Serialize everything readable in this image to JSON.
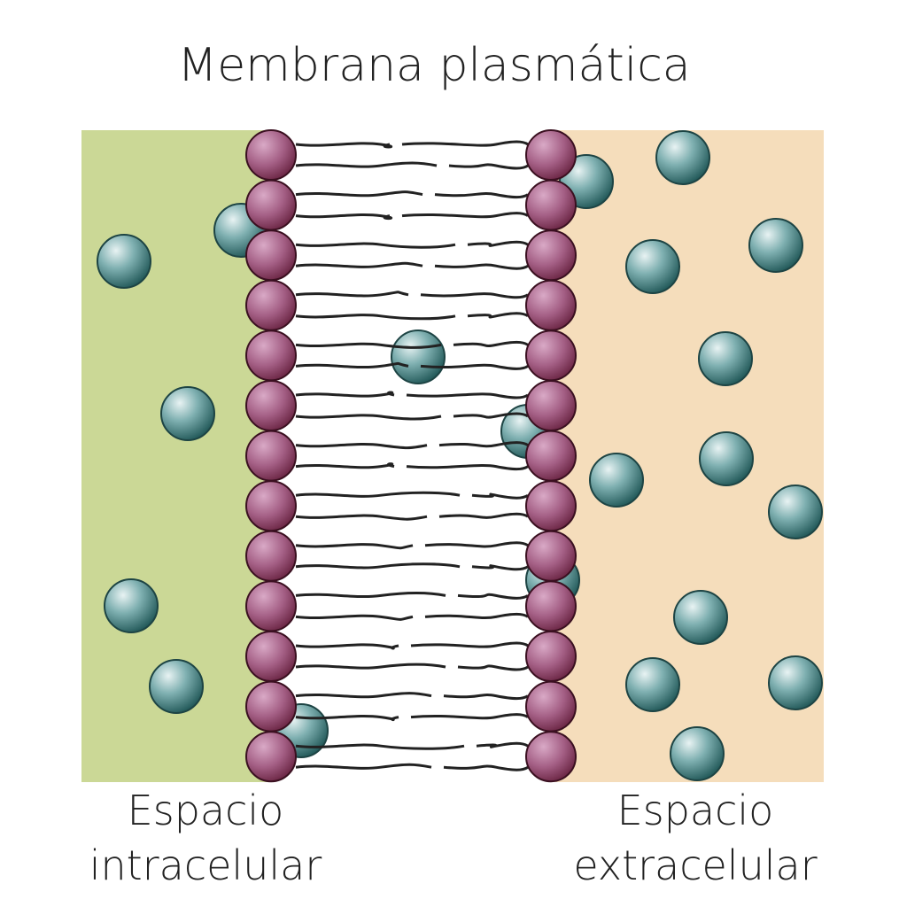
{
  "title": "Membrana plasmática",
  "labels": {
    "intracellular_line1": "Espacio",
    "intracellular_line2": "intracelular",
    "extracellular_line1": "Espacio",
    "extracellular_line2": "extracelular"
  },
  "colors": {
    "intracellular": "#cbd896",
    "extracellular": "#f5ddbb",
    "phospholipid_head": "#9a5578",
    "molecule": "#4d8a8a",
    "tail": "#222222"
  },
  "phospholipids_per_layer": 13,
  "molecules_count": 21
}
